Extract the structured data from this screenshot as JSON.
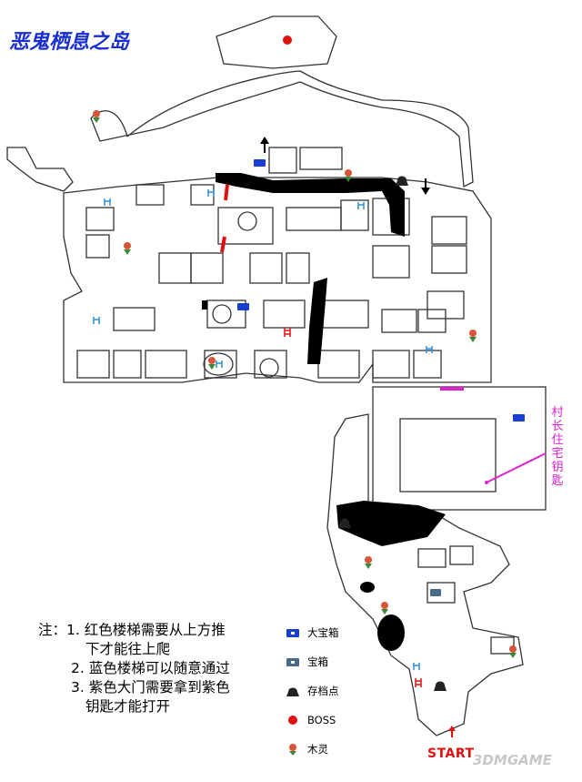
{
  "map": {
    "title": "恶鬼栖息之岛",
    "side_label": "村长住宅钥匙",
    "start_label": "START",
    "watermark": "3DMGAME"
  },
  "notes": {
    "line1": "注：1. 红色楼梯需要从上方推",
    "line2": "下才能往上爬",
    "line3": "2. 蓝色楼梯可以随意通过",
    "line4": "3. 紫色大门需要拿到紫色",
    "line5": "钥匙才能打开"
  },
  "legend": {
    "big_chest": "大宝箱",
    "chest": "宝箱",
    "save_point": "存档点",
    "boss": "BOSS",
    "spirit": "木灵"
  },
  "colors": {
    "outline": "#333333",
    "blocked": "#000000",
    "red_stairs": "#e01010",
    "blue_stairs": "#2a8fd0",
    "purple_gate": "#e020d0",
    "title_blue": "#1a2fd0"
  }
}
